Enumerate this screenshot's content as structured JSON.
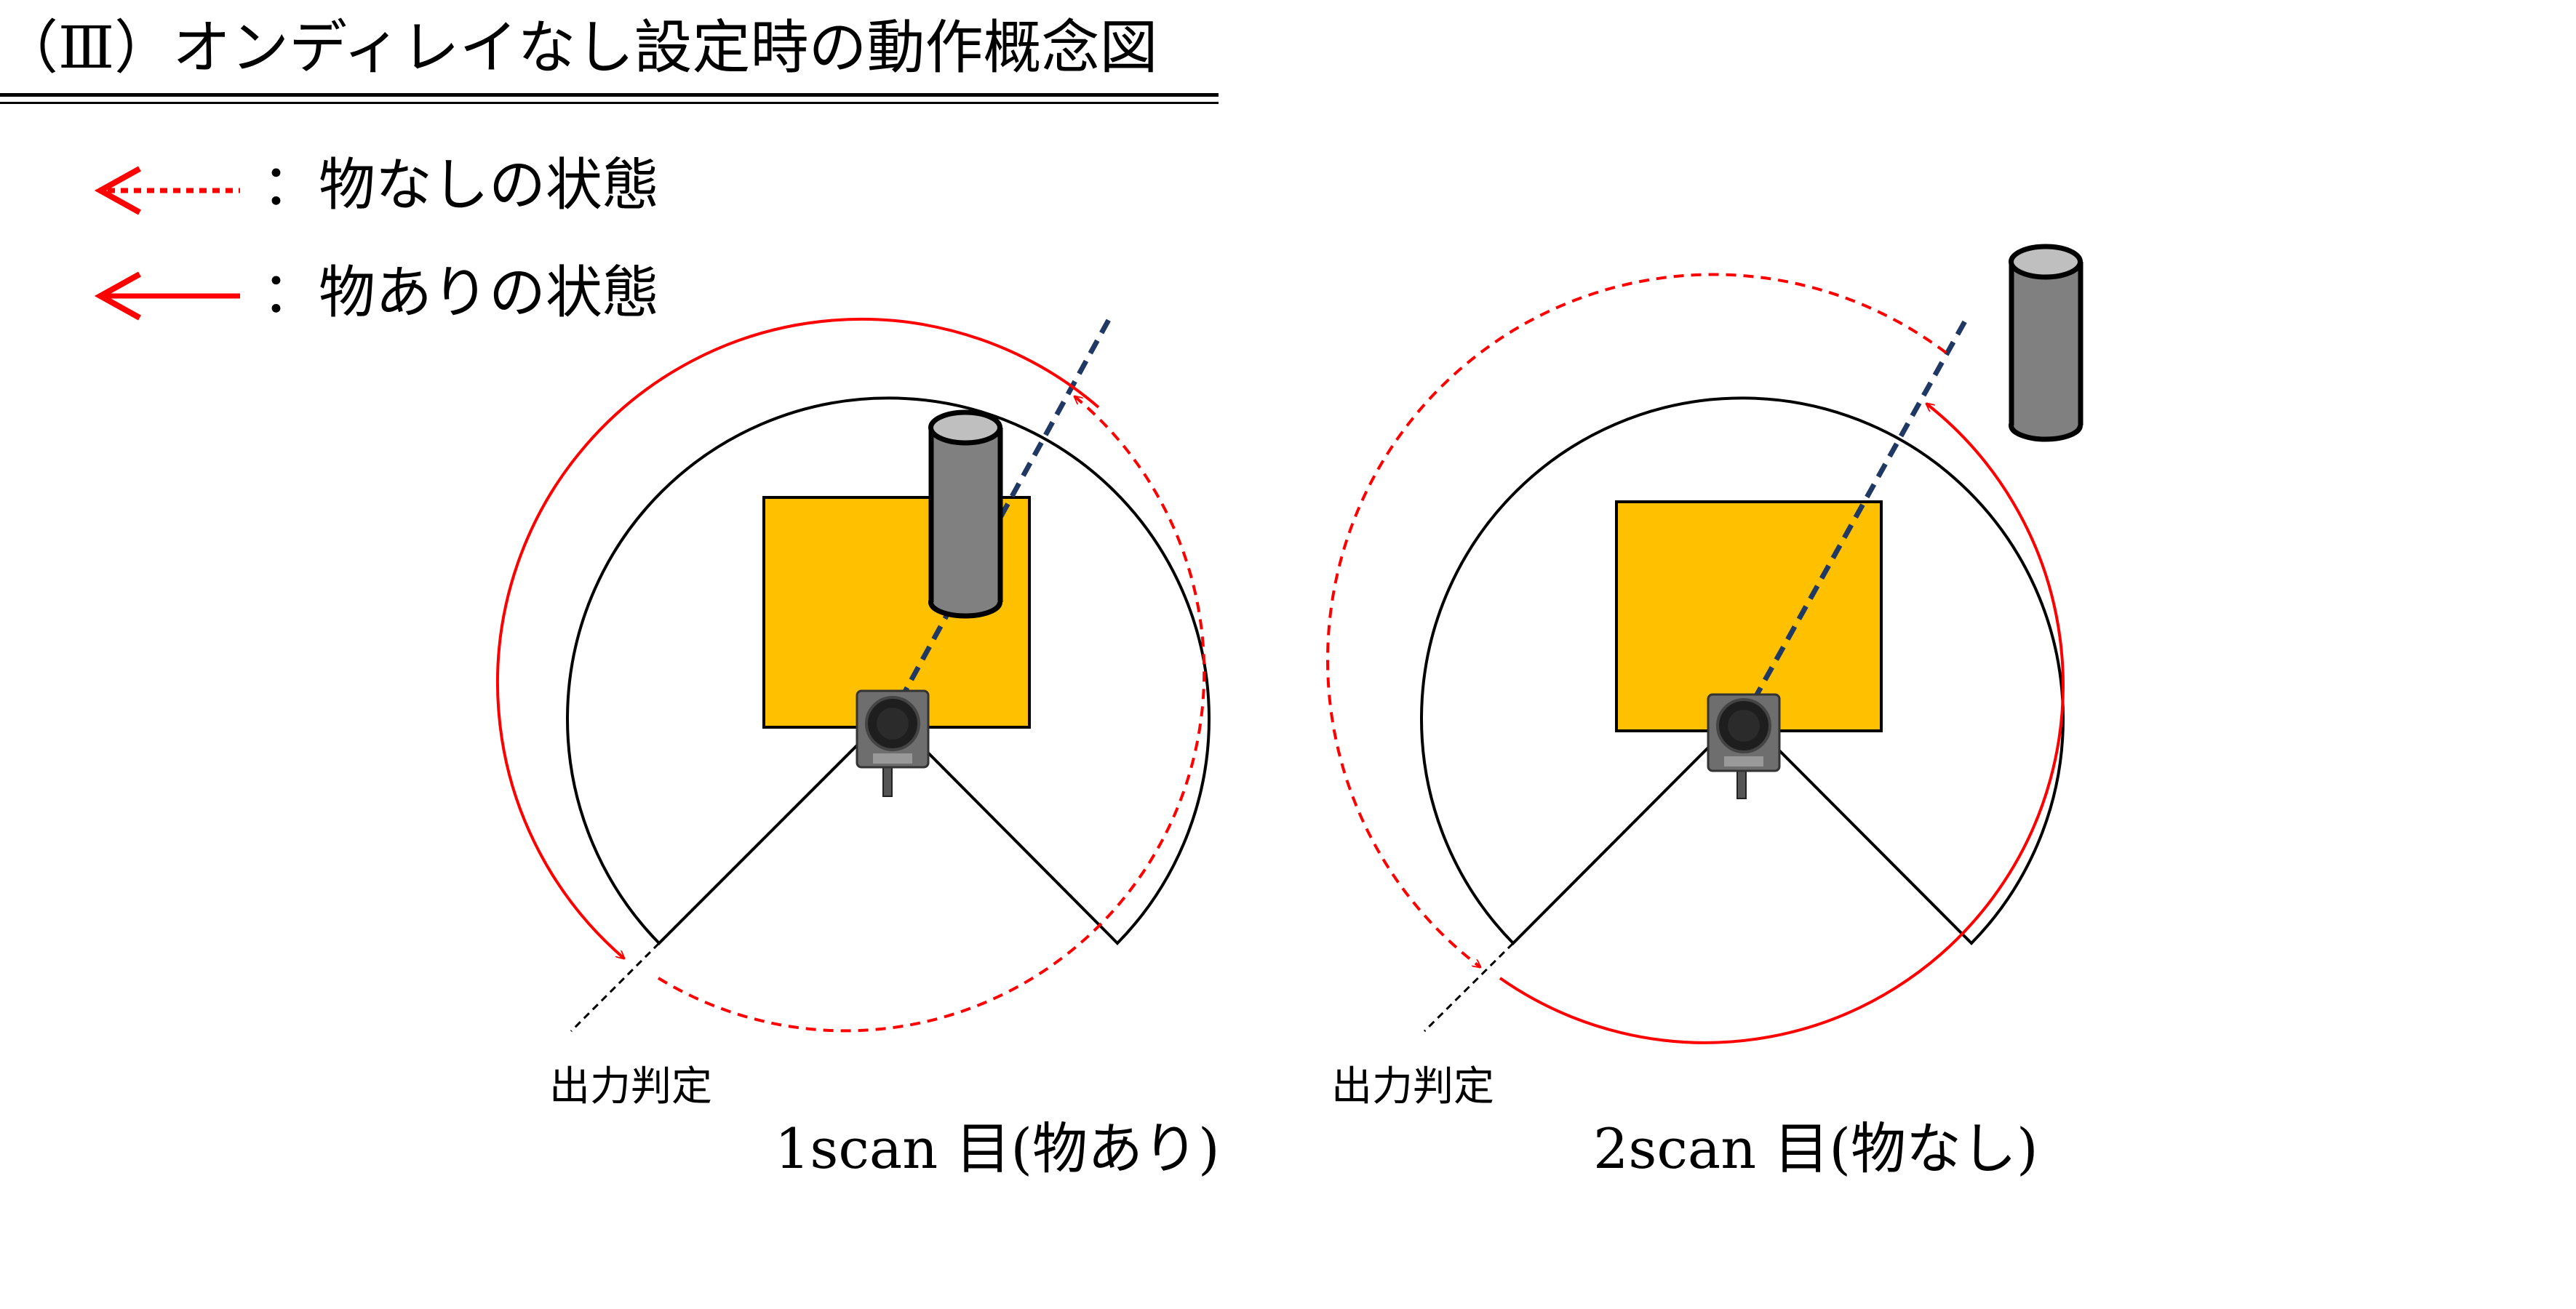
{
  "title": "（Ⅲ）オンディレイなし設定時の動作概念図",
  "legend": {
    "no_object": "：物なしの状態",
    "object_present": "：物ありの状態"
  },
  "panels": [
    {
      "judge_label": "出力判定",
      "caption": "1scan 目(物あり)"
    },
    {
      "judge_label": "出力判定",
      "caption": "2scan 目(物なし)"
    }
  ],
  "colors": {
    "red_arrow": "#ff0000",
    "scan_line": "#1f3864",
    "plate": "#ffc000",
    "cylinder_body": "#808080",
    "cylinder_top": "#bfbfbf"
  }
}
